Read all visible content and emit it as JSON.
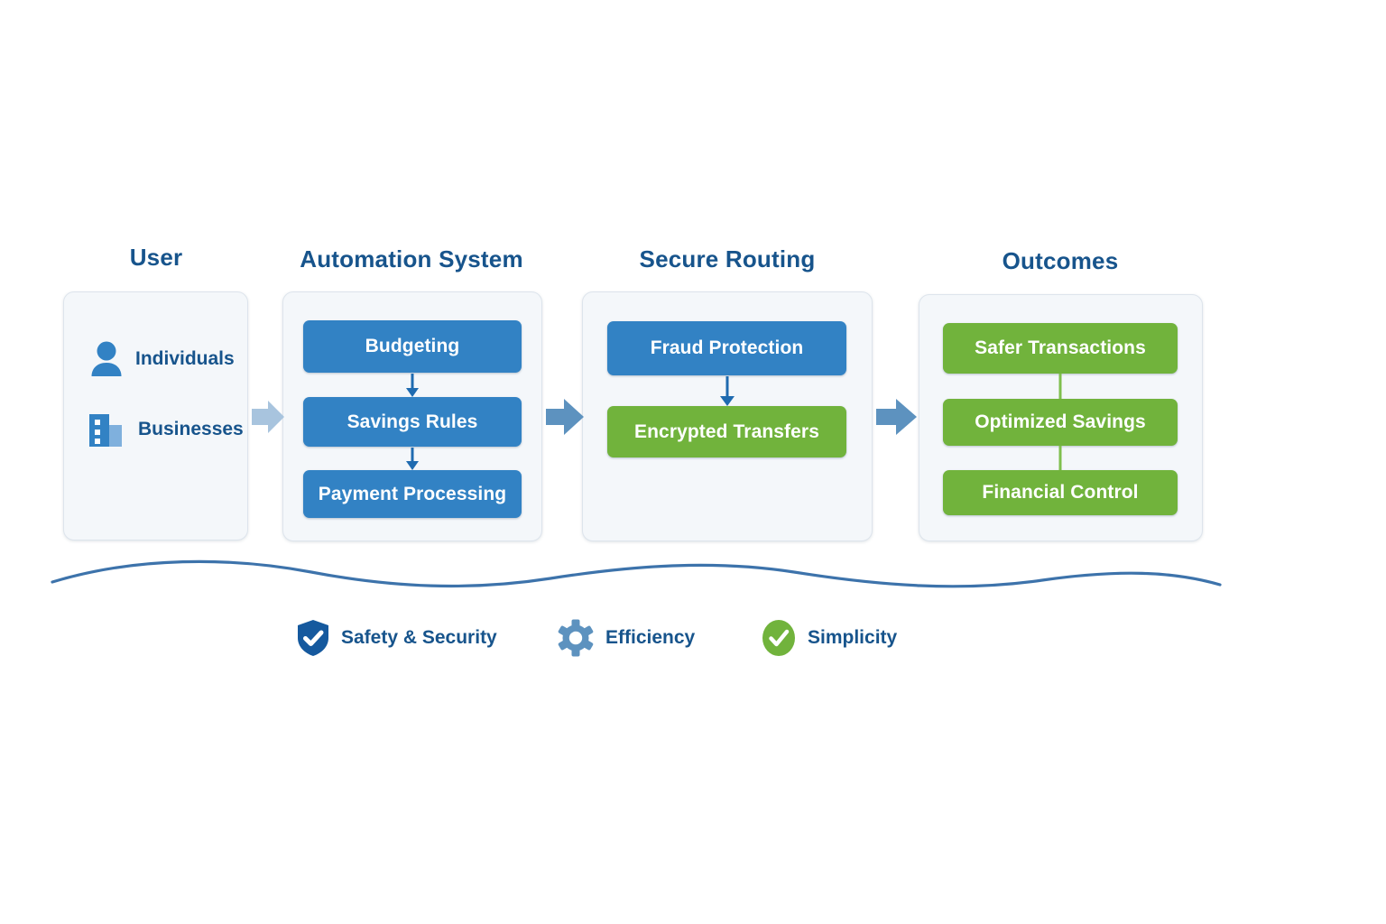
{
  "diagram": {
    "title_color": "#17548c",
    "blue": "#3282c4",
    "green": "#71b33c",
    "panel_bg": "#f4f7fa",
    "arrow_light": "#a8c4de",
    "arrow_dark": "#5d92bf",
    "wave_color": "#3d73ab"
  },
  "columns": [
    {
      "title": "User",
      "kind": "user",
      "items": [
        {
          "label": "Individuals",
          "icon": "person-icon"
        },
        {
          "label": "Businesses",
          "icon": "building-icon"
        }
      ]
    },
    {
      "title": "Automation System",
      "kind": "stack",
      "items": [
        {
          "label": "Budgeting",
          "color": "blue"
        },
        {
          "label": "Savings Rules",
          "color": "blue"
        },
        {
          "label": "Payment Processing",
          "color": "blue"
        }
      ],
      "connectors": "arrow-blue"
    },
    {
      "title": "Secure Routing",
      "kind": "stack",
      "items": [
        {
          "label": "Fraud Protection",
          "color": "blue"
        },
        {
          "label": "Encrypted Transfers",
          "color": "green"
        }
      ],
      "connectors": "arrow-blue"
    },
    {
      "title": "Outcomes",
      "kind": "stack",
      "items": [
        {
          "label": "Safer Transactions",
          "color": "green"
        },
        {
          "label": "Optimized Savings",
          "color": "green"
        },
        {
          "label": "Financial Control",
          "color": "green"
        }
      ],
      "connectors": "line-green"
    }
  ],
  "flow_arrows": [
    {
      "from": "User",
      "to": "Automation System",
      "style": "light"
    },
    {
      "from": "Automation System",
      "to": "Secure Routing",
      "style": "dark"
    },
    {
      "from": "Secure Routing",
      "to": "Outcomes",
      "style": "dark"
    }
  ],
  "legend": [
    {
      "label": "Safety & Security",
      "icon": "shield-check-icon",
      "color": "#15599e"
    },
    {
      "label": "Efficiency",
      "icon": "gear-icon",
      "color": "#5d92bf"
    },
    {
      "label": "Simplicity",
      "icon": "check-circle-icon",
      "color": "#71b33c"
    }
  ]
}
